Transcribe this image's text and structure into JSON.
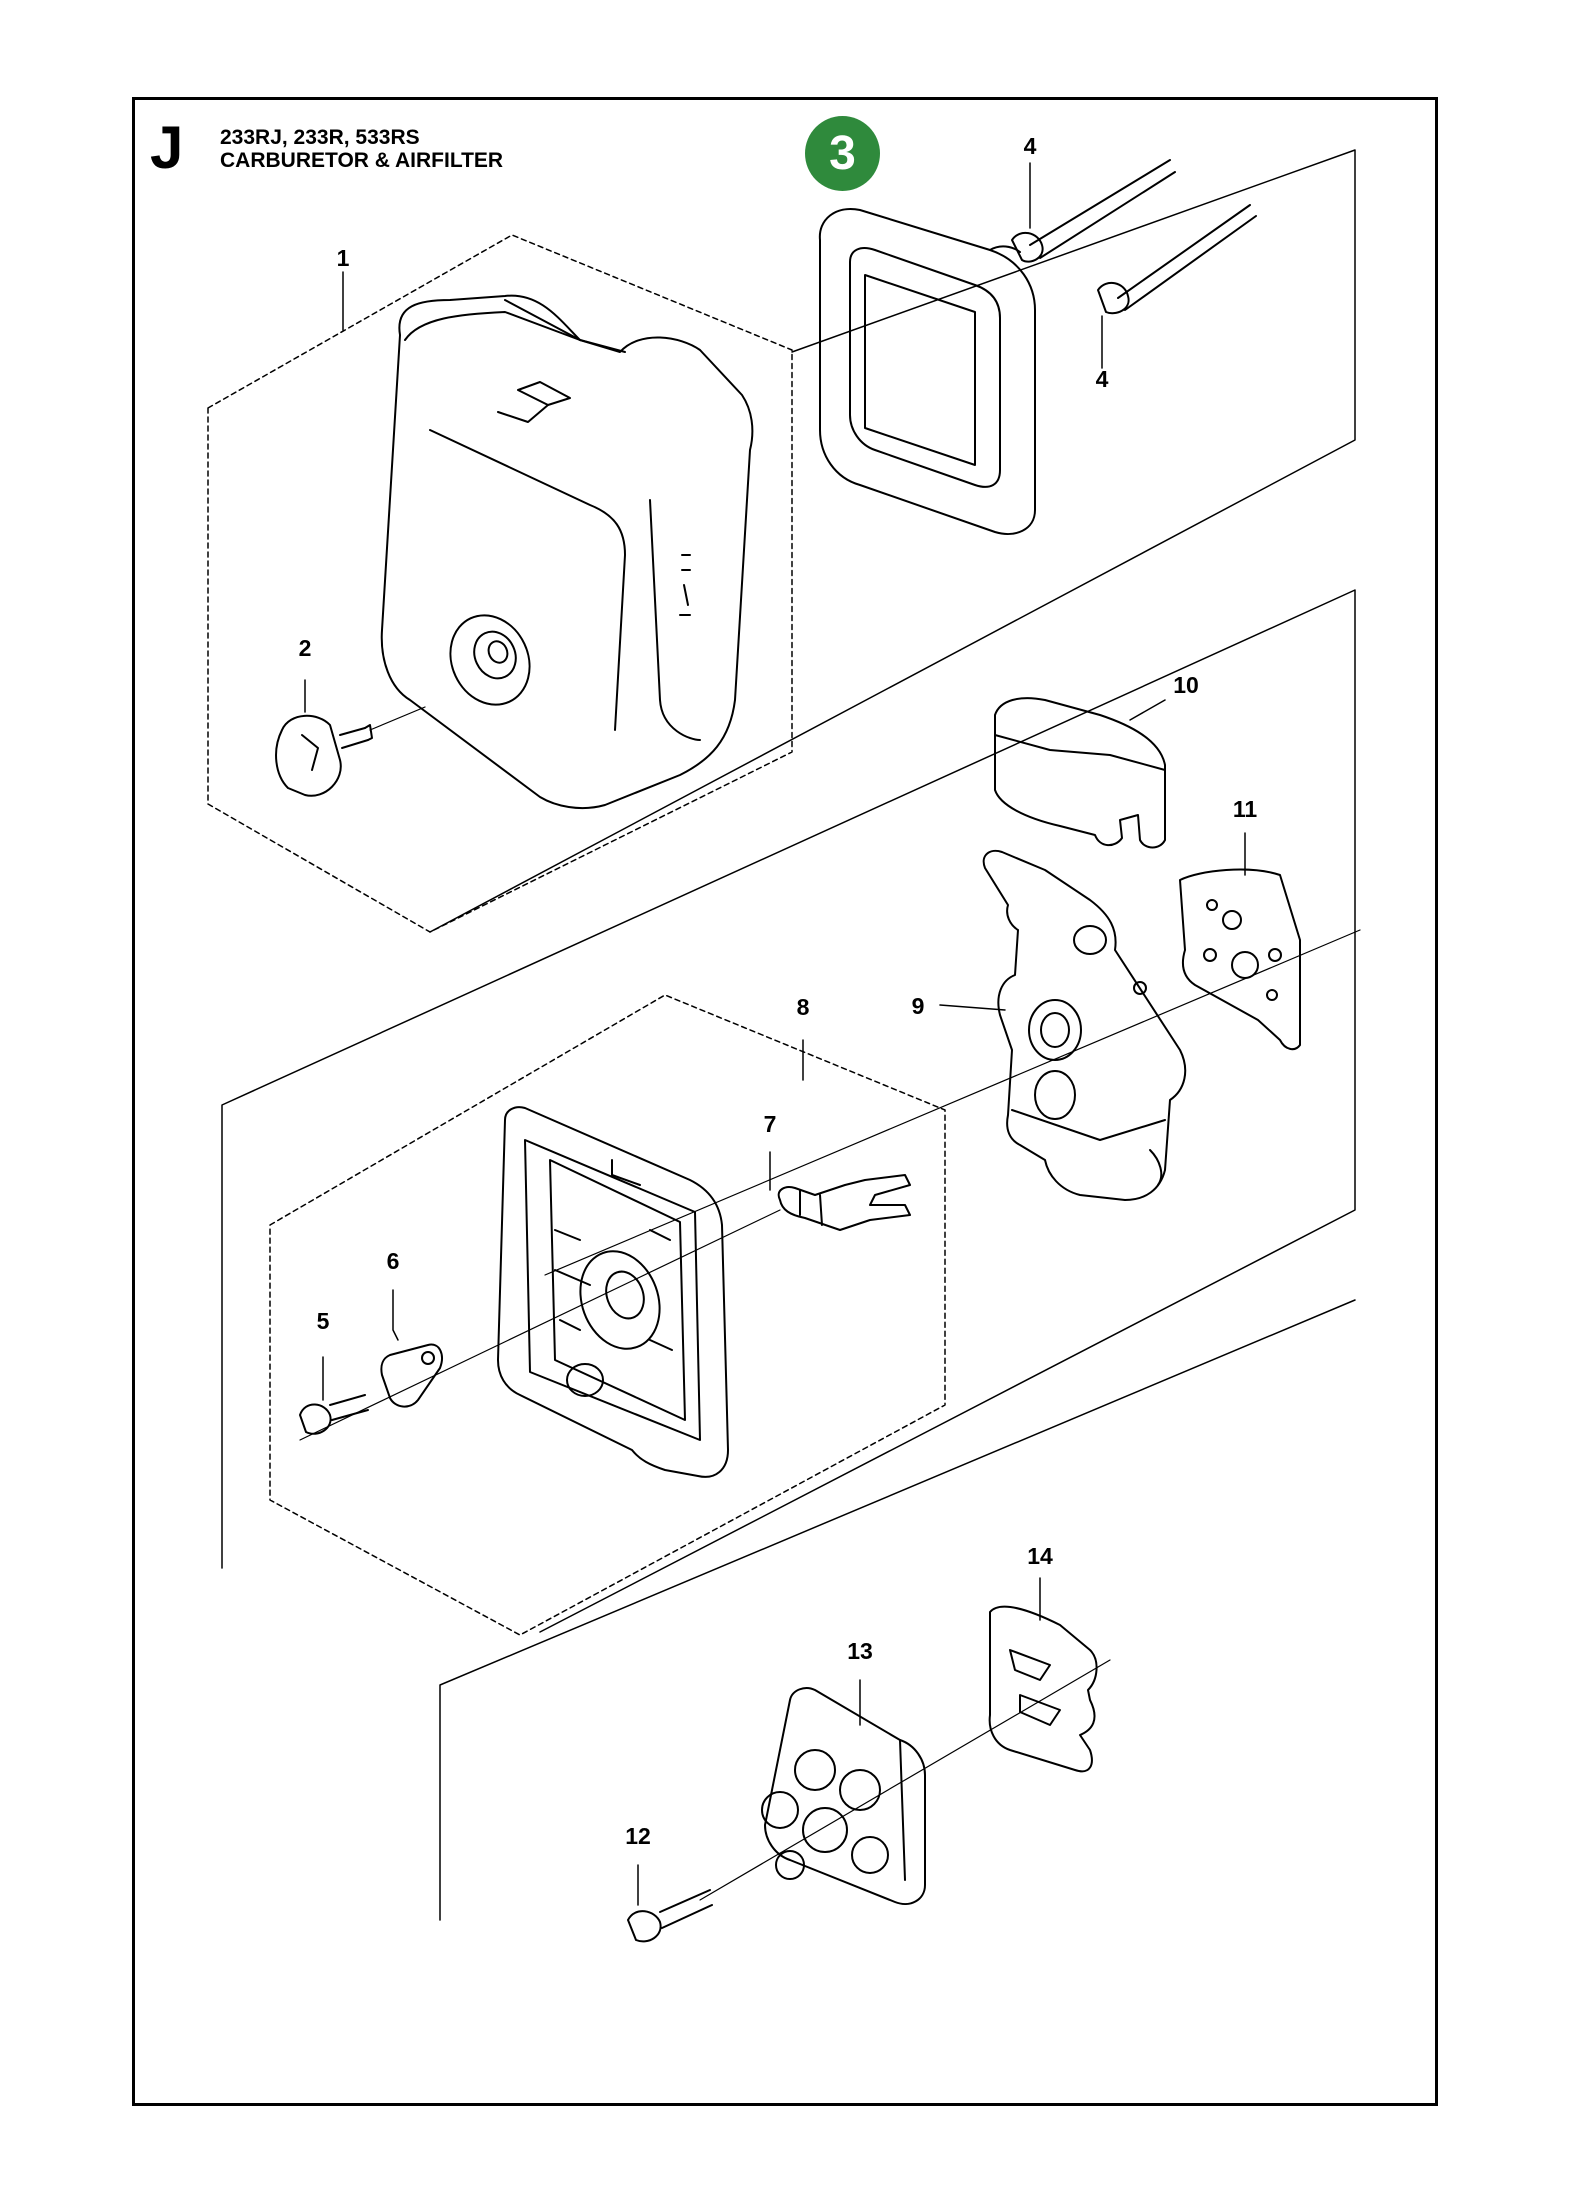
{
  "header": {
    "section_letter": "J",
    "models": "233RJ, 233R, 533RS",
    "title": "CARBURETOR & AIRFILTER"
  },
  "badge": {
    "number": "3",
    "color": "#2f8a3c"
  },
  "callouts": {
    "c1": "1",
    "c2": "2",
    "c4a": "4",
    "c4b": "4",
    "c5": "5",
    "c6": "6",
    "c7": "7",
    "c8": "8",
    "c9": "9",
    "c10": "10",
    "c11": "11",
    "c12": "12",
    "c13": "13",
    "c14": "14"
  },
  "colors": {
    "line": "#000000",
    "badge": "#2f8a3c"
  }
}
